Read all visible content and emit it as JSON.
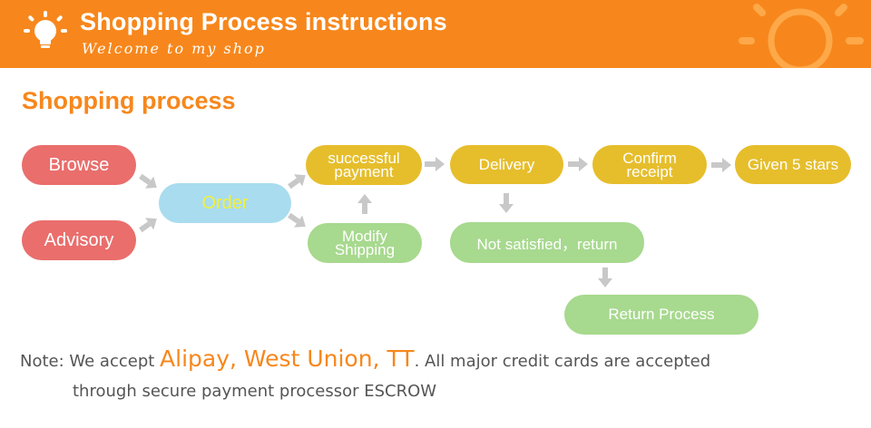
{
  "header": {
    "title": "Shopping Process instructions",
    "subtitle": "Welcome to my shop",
    "accent_color": "#f7871c",
    "icon": "lightbulb-icon",
    "decoration": "sun-icon"
  },
  "section_title": "Shopping process",
  "nodes": {
    "browse": "Browse",
    "advisory": "Advisory",
    "order": "Order",
    "successful_payment": [
      "successful",
      "payment"
    ],
    "modify_shipping": [
      "Modify",
      "Shipping"
    ],
    "delivery": "Delivery",
    "confirm_receipt": [
      "Confirm",
      "receipt"
    ],
    "given_5_stars": "Given 5 stars",
    "not_satisfied": "Not satisfied，return",
    "return_process": "Return Process"
  },
  "colors": {
    "red": "#e96e6c",
    "blue": "#a9dcef",
    "yellow": "#e6be2c",
    "green": "#a7d98e",
    "arrow": "#c8c8c8"
  },
  "note": {
    "prefix": "Note: We accept ",
    "highlight": "Alipay, West Union, TT",
    "suffix": ". All major credit cards are accepted",
    "line2": "through secure payment processor ESCROW"
  }
}
